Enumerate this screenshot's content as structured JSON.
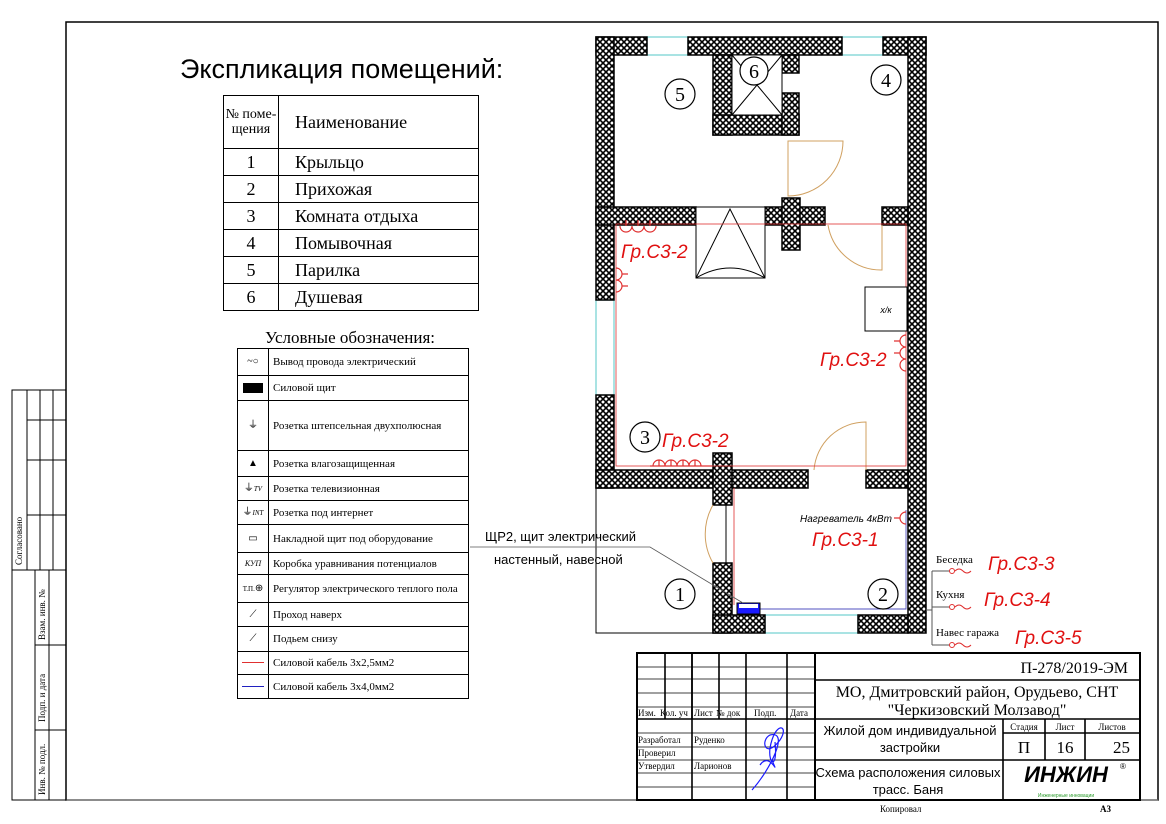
{
  "explication": {
    "title": "Экспликация помещений:",
    "header_num": "№ поме-щения",
    "header_name": "Наименование",
    "rows": [
      {
        "num": "1",
        "name": "Крыльцо"
      },
      {
        "num": "2",
        "name": "Прихожая"
      },
      {
        "num": "3",
        "name": "Комната отдыха"
      },
      {
        "num": "4",
        "name": "Помывочная"
      },
      {
        "num": "5",
        "name": "Парилка"
      },
      {
        "num": "6",
        "name": "Душевая"
      }
    ]
  },
  "legend": {
    "title": "Условные обозначения:",
    "items": [
      {
        "icon": "wire-outlet-icon",
        "label": "Вывод провода электрический"
      },
      {
        "icon": "power-panel-icon",
        "label": "Силовой щит"
      },
      {
        "icon": "socket-icon",
        "label": "Розетка штепсельная двухполюсная"
      },
      {
        "icon": "waterproof-socket-icon",
        "label": "Розетка влагозащищенная"
      },
      {
        "icon": "tv-socket-icon",
        "symbol_text": "TV",
        "label": "Розетка телевизионная"
      },
      {
        "icon": "internet-socket-icon",
        "symbol_text": "INT",
        "label": "Розетка под интернет"
      },
      {
        "icon": "surface-panel-icon",
        "label": "Накладной щит под оборудование"
      },
      {
        "icon": "equipotential-box-icon",
        "symbol_text": "КУП",
        "label": "Коробка уравнивания потенциалов"
      },
      {
        "icon": "floor-heating-regulator-icon",
        "symbol_text": "Т.П.",
        "label": "Регулятор электрического теплого пола"
      },
      {
        "icon": "pass-up-icon",
        "label": "Проход наверх"
      },
      {
        "icon": "rise-from-below-icon",
        "label": "Подьем снизу"
      },
      {
        "icon": "cable-red-line-icon",
        "label": "Силовой кабель 3х2,5мм2"
      },
      {
        "icon": "cable-blue-line-icon",
        "label": "Силовой кабель 3х4,0мм2"
      }
    ]
  },
  "plan": {
    "rooms": [
      "1",
      "2",
      "3",
      "4",
      "5",
      "6"
    ],
    "groups": {
      "g2_a": "Гр.С3-2",
      "g2_b": "Гр.С3-2",
      "g2_c": "Гр.С3-2",
      "g1": "Гр.С3-1",
      "g3": "Гр.С3-3",
      "g4": "Гр.С3-4",
      "g5": "Гр.С3-5"
    },
    "fridge": "х/к",
    "heater": "Нагреватель 4кВт",
    "panel_label_1": "ЩР2, щит электрический",
    "panel_label_2": "настенный, навесной",
    "outputs": [
      "Беседка",
      "Кухня",
      "Навес гаража"
    ],
    "colors": {
      "cable_red": "#e03030",
      "cable_blue": "#2020c0",
      "group_text": "#e01010",
      "window": "#70d0d0",
      "door": "#d0a060"
    }
  },
  "side_stamp": {
    "agreed": "Согласовано",
    "replace_inv": "Взам. инв. №",
    "sign_date": "Подп. и дата",
    "inv_orig": "Инв. № подл."
  },
  "title_block": {
    "code": "П-278/2019-ЭМ",
    "address_1": "МО, Дмитровский район, Орудьево, СНТ",
    "address_2": "\"Черкизовский Молзавод\"",
    "project_1": "Жилой дом индивидуальной",
    "project_2": "застройки",
    "sheet_title_1": "Схема расположения силовых",
    "sheet_title_2": "трасс. Баня",
    "stage_label": "Стадия",
    "sheet_label": "Лист",
    "sheets_label": "Листов",
    "stage": "П",
    "sheet": "16",
    "sheets": "25",
    "cols": [
      "Изм.",
      "Кол. уч",
      "Лист",
      "№ док",
      "Подп.",
      "Дата"
    ],
    "roles": [
      {
        "role": "Разработал",
        "name": "Руденко"
      },
      {
        "role": "Проверил",
        "name": ""
      },
      {
        "role": "Утвердил",
        "name": "Ларионов"
      }
    ],
    "logo": "ИНЖИН",
    "logo_sub": "Инженерные инновации",
    "logo_mark": "®",
    "copied": "Копировал",
    "format": "А3"
  }
}
